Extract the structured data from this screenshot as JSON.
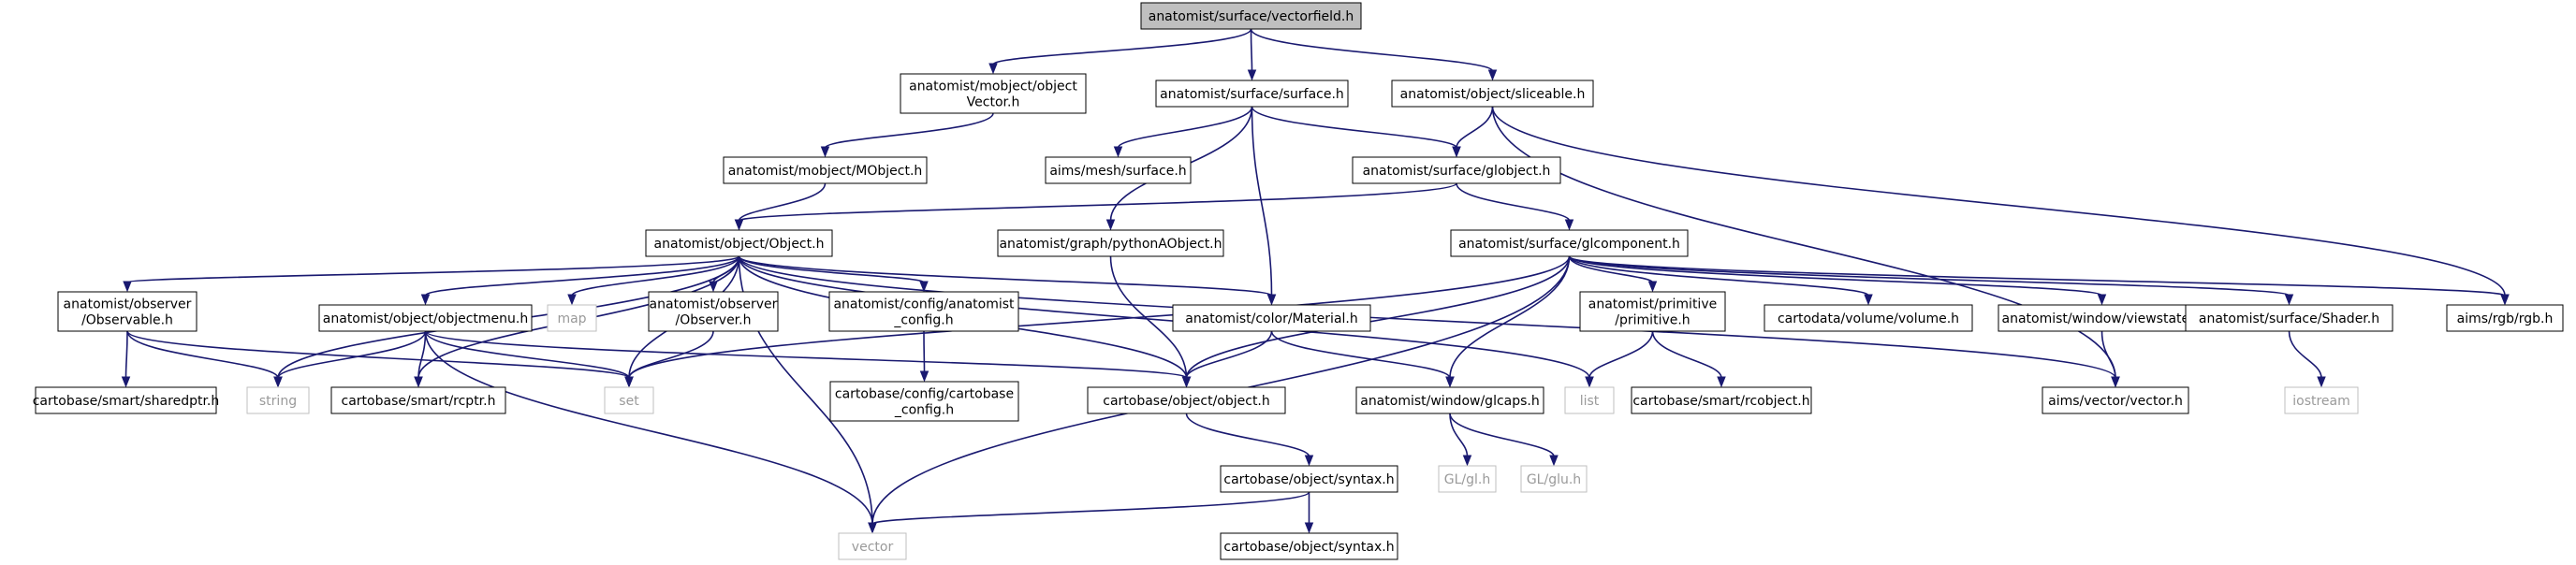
{
  "colors": {
    "edge": "#191970",
    "node_border": "#000000",
    "system_border": "#bfbfbf",
    "system_text": "#9a9a9a",
    "root_fill": "#bfbfbf"
  },
  "nodes": {
    "root": [
      "anatomist/surface/vectorfield.h"
    ],
    "mvec": [
      "anatomist/mobject/object",
      "Vector.h"
    ],
    "surf": [
      "anatomist/surface/surface.h"
    ],
    "slice": [
      "anatomist/object/sliceable.h"
    ],
    "mobj": [
      "anatomist/mobject/MObject.h"
    ],
    "meshsurf": [
      "aims/mesh/surface.h"
    ],
    "globject": [
      "anatomist/surface/globject.h"
    ],
    "object": [
      "anatomist/object/Object.h"
    ],
    "pyobj": [
      "anatomist/graph/pythonAObject.h"
    ],
    "glcomp": [
      "anatomist/surface/glcomponent.h"
    ],
    "observable": [
      "anatomist/observer",
      "/Observable.h"
    ],
    "objmenu": [
      "anatomist/object/objectmenu.h"
    ],
    "map": [
      "map"
    ],
    "observer": [
      "anatomist/observer",
      "/Observer.h"
    ],
    "anaconfig": [
      "anatomist/config/anatomist",
      "_config.h"
    ],
    "material": [
      "anatomist/color/Material.h"
    ],
    "primitive": [
      "anatomist/primitive",
      "/primitive.h"
    ],
    "volume": [
      "cartodata/volume/volume.h"
    ],
    "viewstate": [
      "anatomist/window/viewstate.h"
    ],
    "shader": [
      "anatomist/surface/Shader.h"
    ],
    "rgb": [
      "aims/rgb/rgb.h"
    ],
    "sharedptr": [
      "cartobase/smart/sharedptr.h"
    ],
    "string": [
      "string"
    ],
    "rcptr": [
      "cartobase/smart/rcptr.h"
    ],
    "set": [
      "set"
    ],
    "cbconfig": [
      "cartobase/config/cartobase",
      "_config.h"
    ],
    "cbobject": [
      "cartobase/object/object.h"
    ],
    "glcaps": [
      "anatomist/window/glcaps.h"
    ],
    "list": [
      "list"
    ],
    "rcobject": [
      "cartobase/smart/rcobject.h"
    ],
    "vecvec": [
      "aims/vector/vector.h"
    ],
    "iostream": [
      "iostream"
    ],
    "syntax": [
      "cartobase/object/syntax.h"
    ],
    "gl": [
      "GL/gl.h"
    ],
    "glu": [
      "GL/glu.h"
    ],
    "vector": [
      "vector"
    ],
    "syntax2": [
      "cartobase/object/syntax.h"
    ]
  }
}
